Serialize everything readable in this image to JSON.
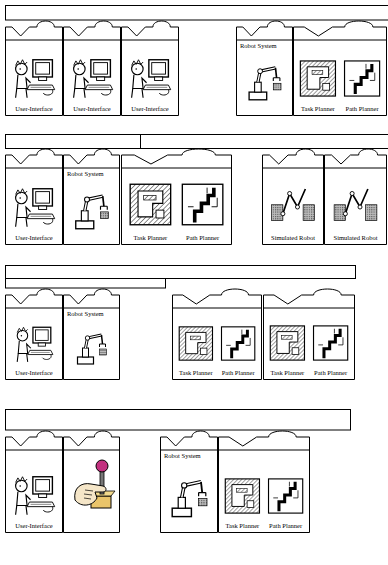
{
  "diagram": {
    "nodes": [
      {
        "text": [
          "User-Interface"
        ]
      },
      {
        "text": [
          "User-Interface"
        ]
      },
      {
        "text": [
          "User-Interface"
        ]
      },
      {
        "text": [
          "Robot System"
        ]
      },
      {
        "text": [
          "Task Planner",
          "Path Planner"
        ]
      },
      {
        "text": [
          "User-Interface"
        ]
      },
      {
        "text": [
          "Robot System"
        ]
      },
      {
        "text": [
          "Task Planner",
          "Path Planner"
        ]
      },
      {
        "text": [
          "Simulated Robot"
        ]
      },
      {
        "text": [
          "Simulated Robot"
        ]
      },
      {
        "text": [
          "User-Interface"
        ]
      },
      {
        "text": [
          "Robot System"
        ]
      },
      {
        "text": [
          "Task Planner",
          "Path Planner"
        ]
      },
      {
        "text": [
          "Task Planner",
          "Path Planner"
        ]
      },
      {
        "text": [
          "User-Interface"
        ]
      },
      {
        "text": [
          "Robot System"
        ]
      },
      {
        "text": [
          "Task Planner",
          "Path Planner"
        ]
      }
    ]
  }
}
